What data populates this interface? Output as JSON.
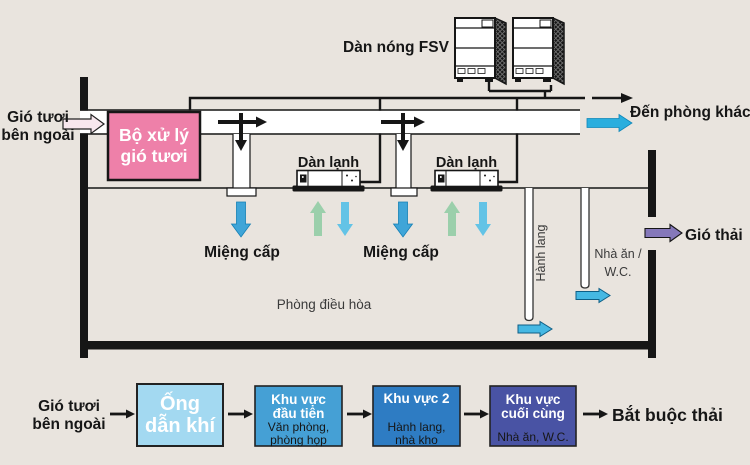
{
  "colors": {
    "background": "#e9e4de",
    "ink": "#161616",
    "processor_pink": "#ee80a9",
    "fresh_air_arrow_fill": "#f8e7ee",
    "duct_cyan": "#2aaede",
    "supply_blue": "#3fa5d8",
    "return_cyan": "#63c3e6",
    "fresh_green": "#9bcfab",
    "shaft_cyan": "#45b8e3",
    "exhaust_purple": "#8578ba"
  },
  "diagram": {
    "fresh_air_label": [
      "Gió tươi",
      "bên ngoài"
    ],
    "processor_label": [
      "Bộ xử lý",
      "gió tươi"
    ],
    "outdoor_label": "Dàn nóng FSV",
    "indoor_label": "Dàn lạnh",
    "to_other_rooms": "Đến phòng khác",
    "supply_outlet": "Miệng cấp",
    "room_label": "Phòng điều hòa",
    "corridor_label": "Hành lang",
    "canteen_label": [
      "Nhà ăn /",
      "W.C."
    ],
    "exhaust_label": "Gió thải"
  },
  "flow": {
    "source": [
      "Gió tươi",
      "bên ngoài"
    ],
    "steps": [
      {
        "title": [
          "Ống",
          "dẫn khí"
        ],
        "subtitle": [],
        "fill": "#a3d9f1",
        "subtitle_color": "#ffffff"
      },
      {
        "title": [
          "Khu vực",
          "đầu tiên"
        ],
        "subtitle": [
          "Văn phòng,",
          "phòng họp"
        ],
        "fill": "#45a0d5",
        "subtitle_color": "#d2ecfa"
      },
      {
        "title": [
          "Khu vực 2"
        ],
        "subtitle": [
          "Hành lang,",
          "nhà kho"
        ],
        "fill": "#2e7cc3",
        "subtitle_color": "#a8d6ef"
      },
      {
        "title": [
          "Khu vực",
          "cuối cùng"
        ],
        "subtitle": [
          "Nhà ăn, W.C."
        ],
        "fill": "#4953a4",
        "subtitle_color": "#c9cdea"
      }
    ],
    "result": "Bắt buộc thải"
  }
}
